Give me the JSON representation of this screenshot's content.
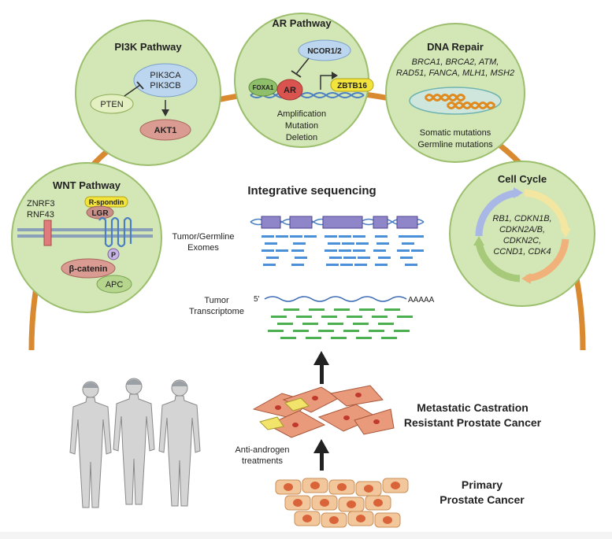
{
  "pathways": {
    "pi3k": {
      "title": "PI3K Pathway",
      "pik3ca": "PIK3CA",
      "pik3cb": "PIK3CB",
      "pten": "PTEN",
      "akt1": "AKT1"
    },
    "ar": {
      "title": "AR Pathway",
      "ncor": "NCOR1/2",
      "foxa1": "FOXA1",
      "ar": "AR",
      "zbtb16": "ZBTB16",
      "alt1": "Amplification",
      "alt2": "Mutation",
      "alt3": "Deletion"
    },
    "dna": {
      "title": "DNA Repair",
      "genes1": "BRCA1, BRCA2, ATM,",
      "genes2": "RAD51, FANCA, MLH1, MSH2",
      "mut1": "Somatic mutations",
      "mut2": "Germline mutations"
    },
    "wnt": {
      "title": "WNT Pathway",
      "znrf3": "ZNRF3",
      "rnf43": "RNF43",
      "rspondin": "R-spondin",
      "lgr": "LGR",
      "p": "P",
      "catenin": "β-catenin",
      "apc": "APC"
    },
    "cellcycle": {
      "title": "Cell Cycle",
      "g1": "RB1, CDKN1B,",
      "g2": "CDKN2A/B,",
      "g3": "CDKN2C,",
      "g4": "CCND1, CDK4"
    }
  },
  "sequencing": {
    "title": "Integrative sequencing",
    "exomes1": "Tumor/Germline",
    "exomes2": "Exomes",
    "trans1": "Tumor",
    "trans2": "Transcriptome",
    "five_prime": "5'",
    "polya": "AAAAA"
  },
  "stages": {
    "treatment1": "Anti-androgen",
    "treatment2": "treatments",
    "mcrpc1": "Metastatic Castration",
    "mcrpc2": "Resistant Prostate Cancer",
    "primary1": "Primary",
    "primary2": "Prostate Cancer"
  }
}
